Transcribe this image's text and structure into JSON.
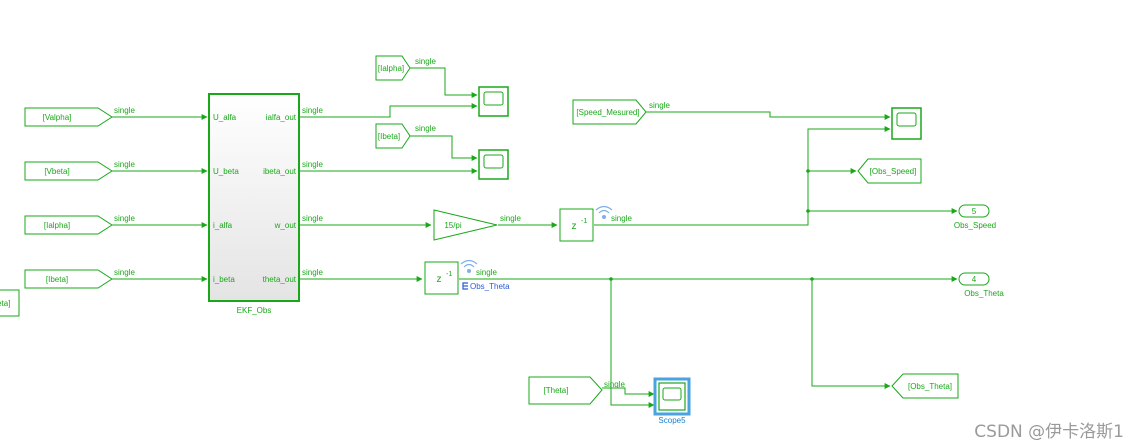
{
  "colors": {
    "line": "#1aa81a",
    "block_fill": "#ffffff",
    "ekf_fill_top": "#ffffff",
    "ekf_fill_bottom": "#e6e6e6",
    "selected": "#4aa3df",
    "icon_blue": "#2a5bd7",
    "watermark": "#9a9a9a"
  },
  "ekf": {
    "name": "EKF_Obs",
    "inputs": [
      "U_alfa",
      "U_beta",
      "i_alfa",
      "i_beta"
    ],
    "outputs": [
      "ialfa_out",
      "ibeta_out",
      "w_out",
      "theta_out"
    ]
  },
  "from_tags": {
    "valpha": "[Valpha]",
    "vbeta": "[Vbeta]",
    "ialpha_in": "[Ialpha]",
    "ibeta_in": "[Ibeta]",
    "theta_left": "[Theta]",
    "ialpha_top": "[Ialpha]",
    "ibeta_top": "[Ibeta]",
    "speed_meas": "[Speed_Mesured]",
    "theta_bottom": "[Theta]"
  },
  "goto_tags": {
    "obs_speed": "[Obs_Speed]",
    "obs_theta": "[Obs_Theta]"
  },
  "signal_label": "single",
  "gain_label": "15/pi",
  "delay_label": "z",
  "delay_exp": "-1",
  "obs_theta_signal": "Obs_Theta",
  "outports": [
    {
      "num": "5",
      "name": "Obs_Speed"
    },
    {
      "num": "4",
      "name": "Obs_Theta"
    }
  ],
  "scope5_name": "Scope5",
  "watermark": "CSDN @伊卡洛斯1"
}
